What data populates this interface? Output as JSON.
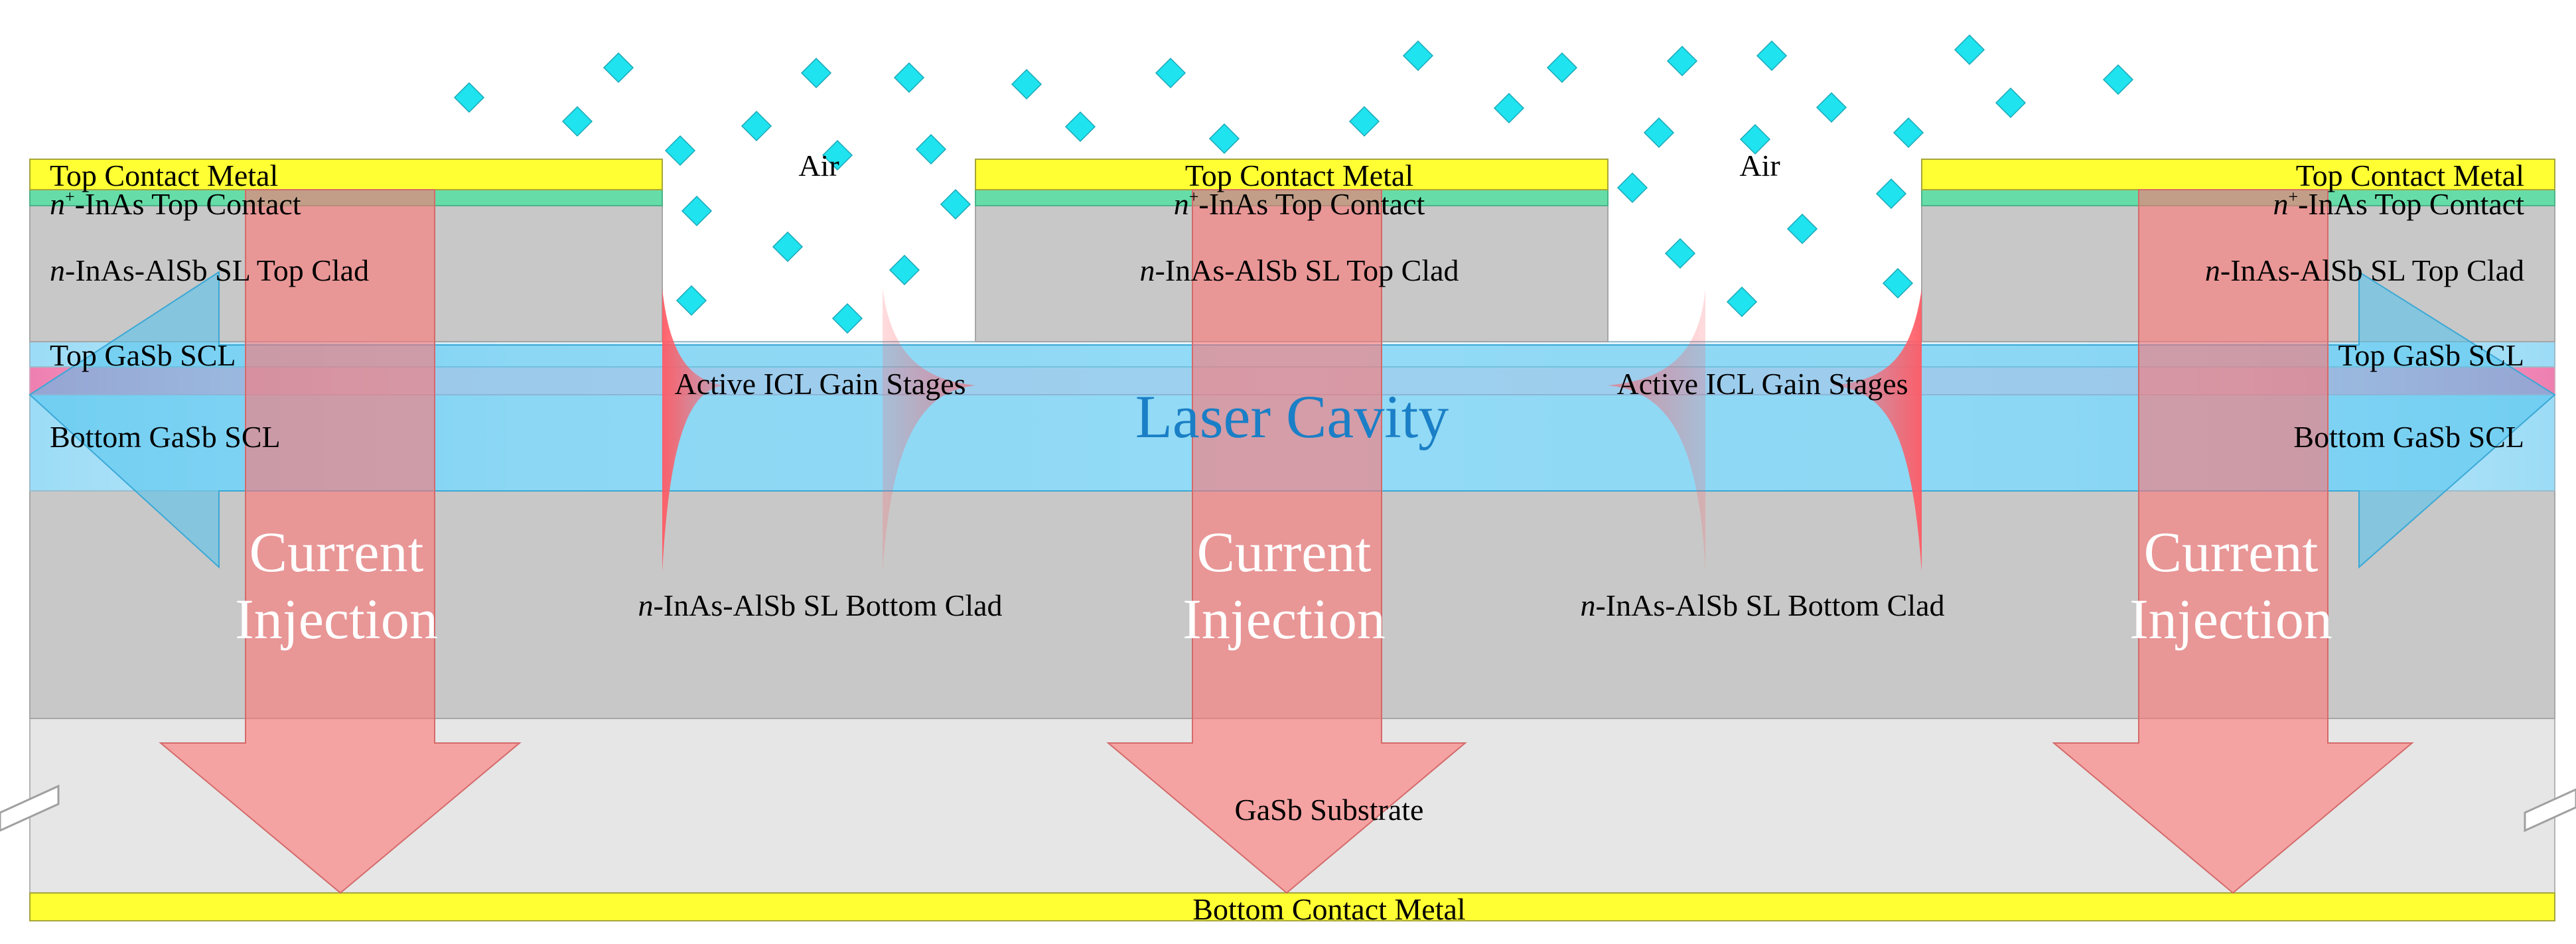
{
  "colors": {
    "metal": "#ffff33",
    "contact": "#66dda8",
    "clad": "#c8c8c8",
    "substrate": "#e6e6e6",
    "scl": "#d3eefb",
    "active": "#f9c4dc",
    "cavity_arrow": "#4fc3ef",
    "injection_arrow": "#ff7575",
    "mode_profile": "#ff5a64",
    "air_particle": "#1fe3ee",
    "cavity_text": "#1a7fc6"
  },
  "labels": {
    "top_contact_metal": "Top Contact Metal",
    "top_contact_prefix": "n",
    "top_contact_sup": "+",
    "top_contact_rest": "-InAs Top Contact",
    "top_clad_prefix": "n",
    "top_clad_rest": "-InAs-AlSb SL Top Clad",
    "top_scl": "Top GaSb SCL",
    "bottom_scl": "Bottom GaSb SCL",
    "active": "Active ICL Gain Stages",
    "laser_cavity": "Laser Cavity",
    "current_injection_line1": "Current",
    "current_injection_line2": "Injection",
    "bottom_clad_prefix": "n",
    "bottom_clad_rest": "-InAs-AlSb SL Bottom Clad",
    "substrate": "GaSb Substrate",
    "bottom_contact_metal": "Bottom Contact Metal",
    "air": "Air"
  },
  "icons": {
    "air_particle": "cyan-diamond-icon",
    "mode_profile": "optical-mode-profile-icon",
    "break_mark": "break-mark-icon"
  }
}
